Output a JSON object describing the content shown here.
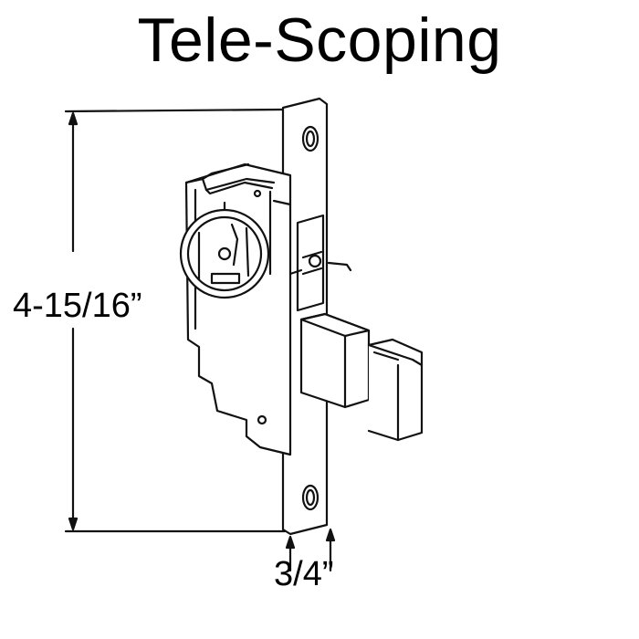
{
  "title": "Tele-Scoping",
  "dimensions": {
    "height": "4-15/16”",
    "width": "3/4”"
  },
  "colors": {
    "line": "#111111",
    "background": "#ffffff"
  }
}
